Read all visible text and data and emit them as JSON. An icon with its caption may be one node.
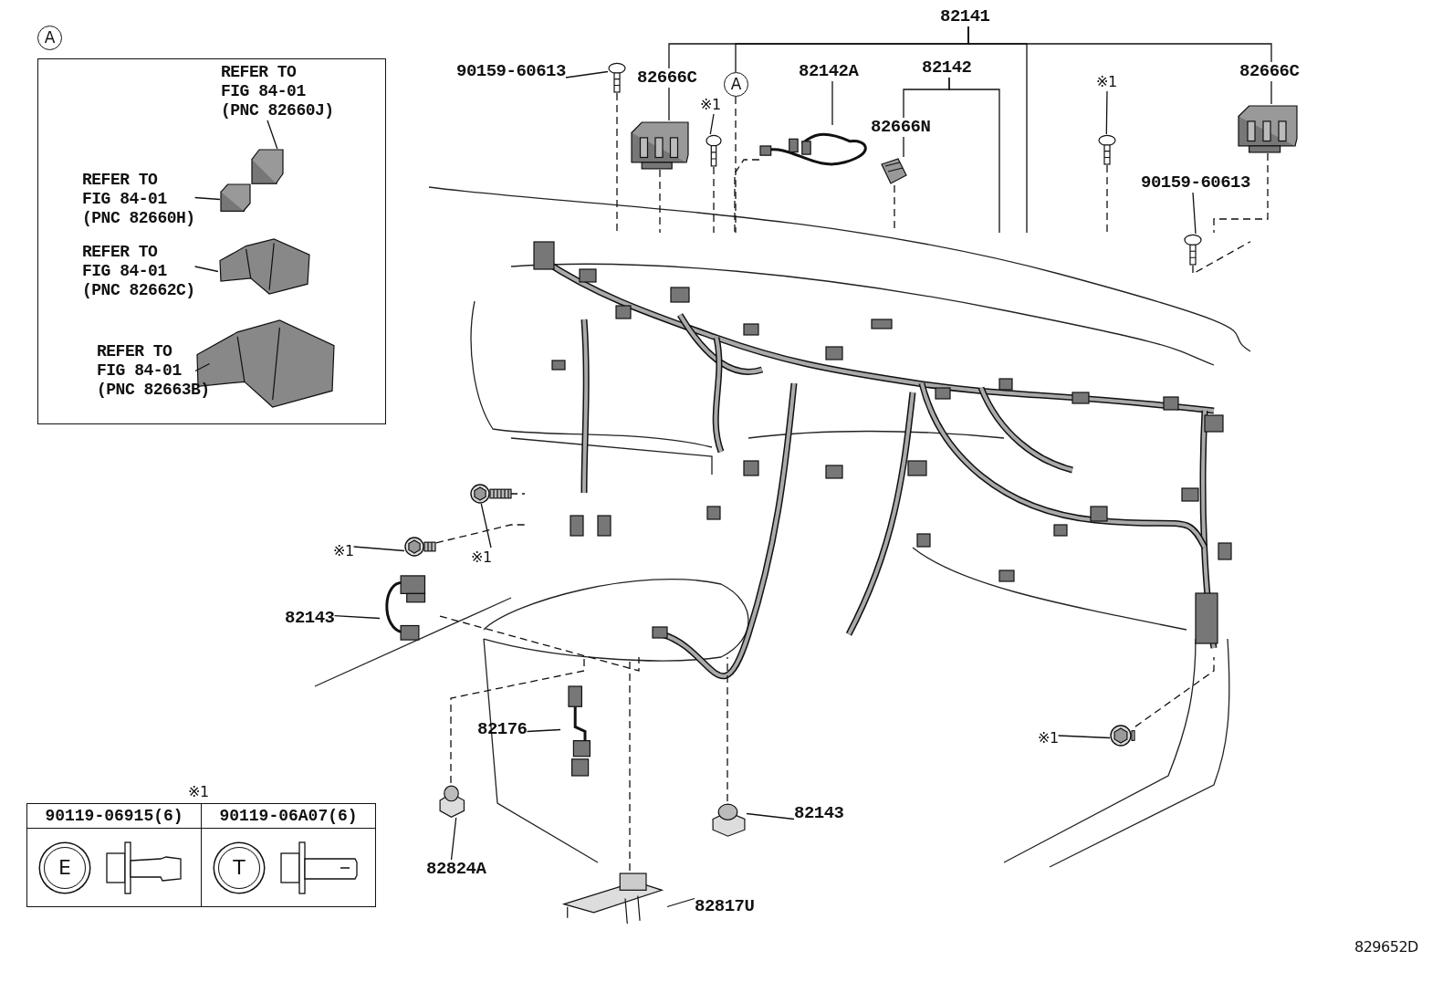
{
  "diagram": {
    "nodes": [
      {
        "text": [],
        "shape": "box"
      },
      {
        "text": [
          "REFER TO FIG 84-01 (PNC 82660J)"
        ],
        "in": 0
      },
      {
        "text": [],
        "shape": "picture",
        "in": 0
      },
      {
        "text": [
          "REFER TO FIG 84-01 (PNC 82660H)"
        ],
        "in": 0
      },
      {
        "text": [],
        "shape": "picture",
        "in": 0
      },
      {
        "text": [
          "REFER TO FIG 84-01 (PNC 82662C)"
        ],
        "in": 0
      },
      {
        "text": [],
        "shape": "picture",
        "in": 0
      },
      {
        "text": [
          "REFER TO FIG 84-01 (PNC 82663B)"
        ],
        "in": 0
      },
      {
        "text": [],
        "shape": "picture",
        "in": 0
      },
      {
        "text": [
          "82141"
        ]
      },
      {
        "text": [
          "A"
        ]
      },
      {
        "text": [
          "82666C"
        ]
      },
      {
        "text": [],
        "shape": "picture"
      },
      {
        "text": [
          "82666C"
        ]
      },
      {
        "text": [],
        "shape": "picture"
      },
      {
        "text": [],
        "shape": "picture"
      },
      {
        "text": [
          "82142A"
        ]
      },
      {
        "text": [],
        "shape": "picture"
      },
      {
        "text": [
          "82142"
        ]
      },
      {
        "text": [
          "82666N"
        ]
      },
      {
        "text": [],
        "shape": "picture"
      },
      {
        "text": [
          "90159-60613"
        ]
      },
      {
        "text": [],
        "shape": "picture"
      },
      {
        "text": [
          "※1"
        ]
      },
      {
        "text": [],
        "shape": "picture"
      },
      {
        "text": [
          "※1"
        ]
      },
      {
        "text": [],
        "shape": "picture"
      },
      {
        "text": [
          "90159-60613"
        ]
      },
      {
        "text": [],
        "shape": "picture"
      },
      {
        "text": [
          "※1"
        ]
      },
      {
        "text": [],
        "shape": "picture"
      },
      {
        "text": [
          "※1"
        ]
      },
      {
        "text": [],
        "shape": "picture"
      },
      {
        "text": [
          "82143"
        ]
      },
      {
        "text": [],
        "shape": "picture"
      },
      {
        "text": [
          "82176"
        ]
      },
      {
        "text": [],
        "shape": "picture"
      },
      {
        "text": [
          "82824A"
        ]
      },
      {
        "text": [],
        "shape": "picture"
      },
      {
        "text": [
          "82143"
        ]
      },
      {
        "text": [],
        "shape": "picture"
      },
      {
        "text": [
          "82817U"
        ]
      },
      {
        "text": [],
        "shape": "picture"
      },
      {
        "text": [
          "※1"
        ]
      },
      {
        "text": [],
        "shape": "picture"
      },
      {
        "text": [
          "A"
        ]
      }
    ],
    "edges": [
      {
        "from": 1,
        "to": 2,
        "arrow": "none"
      },
      {
        "from": 3,
        "to": 4,
        "arrow": "none"
      },
      {
        "from": 5,
        "to": 6,
        "arrow": "none"
      },
      {
        "from": 7,
        "to": 8,
        "arrow": "none"
      },
      {
        "from": 9,
        "to": 11,
        "arrow": "none"
      },
      {
        "from": 9,
        "to": 10,
        "arrow": "none"
      },
      {
        "from": 9,
        "to": 15,
        "arrow": "none"
      },
      {
        "from": 9,
        "to": 13,
        "arrow": "none"
      },
      {
        "from": 11,
        "to": 12,
        "arrow": "none"
      },
      {
        "from": 13,
        "to": 14,
        "arrow": "none"
      },
      {
        "from": 16,
        "to": 17,
        "arrow": "none"
      },
      {
        "from": 18,
        "to": 19,
        "arrow": "none"
      },
      {
        "from": 18,
        "to": 15,
        "arrow": "none"
      },
      {
        "from": 19,
        "to": 20,
        "arrow": "none"
      },
      {
        "from": 21,
        "to": 22,
        "arrow": "none"
      },
      {
        "from": 23,
        "to": 24,
        "arrow": "none"
      },
      {
        "from": 25,
        "to": 26,
        "arrow": "none"
      },
      {
        "from": 27,
        "to": 28,
        "arrow": "none"
      },
      {
        "from": 29,
        "to": 30,
        "arrow": "none"
      },
      {
        "from": 31,
        "to": 32,
        "arrow": "none"
      },
      {
        "from": 33,
        "to": 34,
        "arrow": "none"
      },
      {
        "from": 35,
        "to": 36,
        "arrow": "none"
      },
      {
        "from": 37,
        "to": 38,
        "arrow": "none"
      },
      {
        "from": 39,
        "to": 40,
        "arrow": "none"
      },
      {
        "from": 41,
        "to": 42,
        "arrow": "none"
      },
      {
        "from": 43,
        "to": 44,
        "arrow": "none"
      },
      {
        "from": 10,
        "to": 15,
        "arrow": "none",
        "style": "dashed"
      },
      {
        "from": 22,
        "to": 15,
        "arrow": "none",
        "style": "dashed"
      },
      {
        "from": 24,
        "to": 15,
        "arrow": "none",
        "style": "dashed"
      },
      {
        "from": 12,
        "to": 15,
        "arrow": "none",
        "style": "dashed"
      },
      {
        "from": 17,
        "to": 15,
        "arrow": "none",
        "style": "dashed"
      },
      {
        "from": 20,
        "to": 15,
        "arrow": "none",
        "style": "dashed"
      },
      {
        "from": 26,
        "to": 15,
        "arrow": "none",
        "style": "dashed"
      },
      {
        "from": 28,
        "to": 15,
        "arrow": "none",
        "style": "dashed"
      },
      {
        "from": 14,
        "to": 15,
        "arrow": "none",
        "style": "dashed"
      },
      {
        "from": 30,
        "to": 15,
        "arrow": "none",
        "style": "dashed"
      },
      {
        "from": 32,
        "to": 15,
        "arrow": "none",
        "style": "dashed"
      },
      {
        "from": 34,
        "to": 15,
        "arrow": "none",
        "style": "dashed"
      },
      {
        "from": 38,
        "to": 15,
        "arrow": "none",
        "style": "dashed"
      },
      {
        "from": 40,
        "to": 15,
        "arrow": "none",
        "style": "dashed"
      },
      {
        "from": 42,
        "to": 15,
        "arrow": "none",
        "style": "dashed"
      },
      {
        "from": 44,
        "to": 15,
        "arrow": "none",
        "style": "dashed"
      }
    ],
    "labels": [
      "※1",
      "90119-06915(6)",
      "90119-06A07(6)",
      "E",
      "T",
      "829652D"
    ]
  }
}
